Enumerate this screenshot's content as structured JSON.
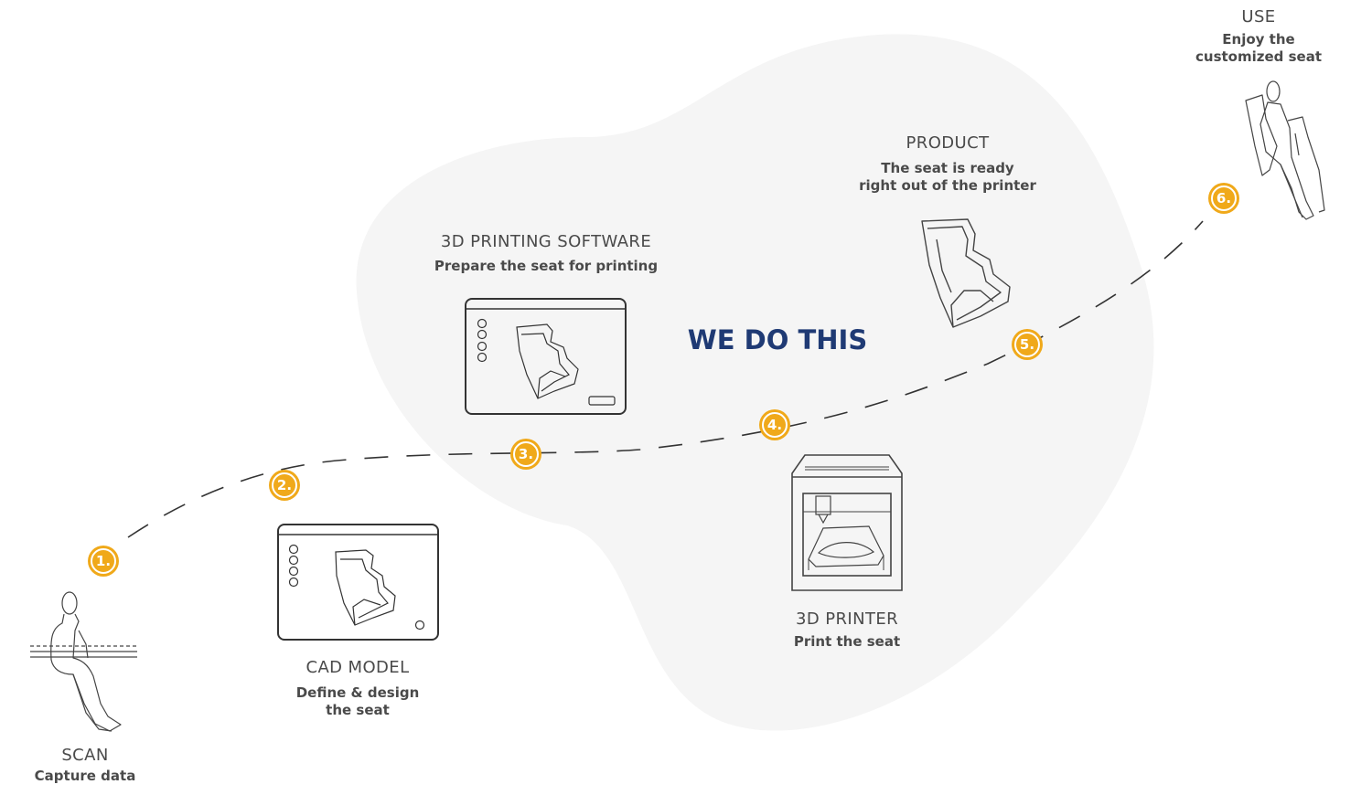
{
  "center_label": "WE DO THIS",
  "colors": {
    "accent": "#f0a91a",
    "highlight": "#1f3a74",
    "blob": "#f5f5f5",
    "text": "#4a4a4a",
    "line": "#333333"
  },
  "steps": [
    {
      "number": "1.",
      "title": "SCAN",
      "desc": [
        "Capture data"
      ],
      "icon": "seated-person-scan-icon"
    },
    {
      "number": "2.",
      "title": "CAD MODEL",
      "desc": [
        "Define & design",
        "the seat"
      ],
      "icon": "cad-screen-icon"
    },
    {
      "number": "3.",
      "title": "3D PRINTING SOFTWARE",
      "desc": [
        "Prepare the seat for printing"
      ],
      "icon": "slicer-screen-icon"
    },
    {
      "number": "4.",
      "title": "3D PRINTER",
      "desc": [
        "Print the seat"
      ],
      "icon": "3d-printer-icon"
    },
    {
      "number": "5.",
      "title": "PRODUCT",
      "desc": [
        "The seat is ready",
        "right out of the printer"
      ],
      "icon": "seat-product-icon"
    },
    {
      "number": "6.",
      "title": "USE",
      "desc": [
        "Enjoy the",
        "customized seat"
      ],
      "icon": "person-in-seat-icon"
    }
  ]
}
